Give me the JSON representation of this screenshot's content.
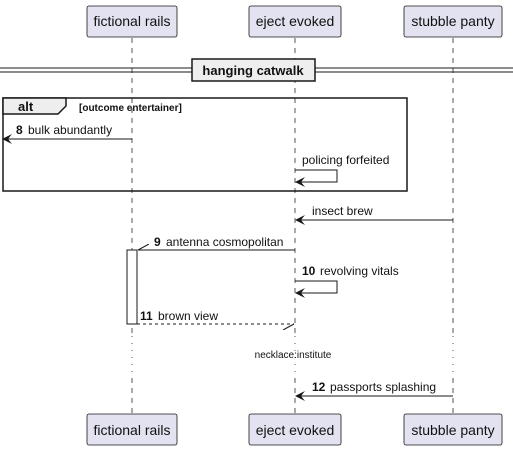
{
  "participants": [
    {
      "id": "rails",
      "label": "fictional rails"
    },
    {
      "id": "eject",
      "label": "eject evoked"
    },
    {
      "id": "panty",
      "label": "stubble panty"
    }
  ],
  "divider": {
    "label": "hanging catwalk"
  },
  "alt_fragment": {
    "keyword": "alt",
    "condition": "[outcome entertainer]"
  },
  "messages": [
    {
      "num": "8",
      "text": "bulk abundantly",
      "from": "rails",
      "to": "left-edge",
      "style": "solid"
    },
    {
      "num": "",
      "text": "policing forfeited",
      "from": "eject",
      "to": "eject",
      "style": "solid"
    },
    {
      "num": "",
      "text": "insect brew",
      "from": "panty",
      "to": "eject",
      "style": "solid"
    },
    {
      "num": "9",
      "text": "antenna cosmopolitan",
      "from": "eject",
      "to": "rails",
      "style": "open"
    },
    {
      "num": "10",
      "text": "revolving vitals",
      "from": "eject",
      "to": "eject",
      "style": "solid"
    },
    {
      "num": "11",
      "text": "brown view",
      "from": "rails",
      "to": "eject",
      "style": "dashed-open"
    },
    {
      "num": "12",
      "text": "passports splashing",
      "from": "panty",
      "to": "eject",
      "style": "solid"
    }
  ],
  "delay": {
    "label": "necklace:institute"
  },
  "colors": {
    "participant_fill": "#E2E2F0",
    "participant_border": "#181818",
    "line": "#181818",
    "lifeline": "#555555",
    "background": "#FFFFFF"
  }
}
